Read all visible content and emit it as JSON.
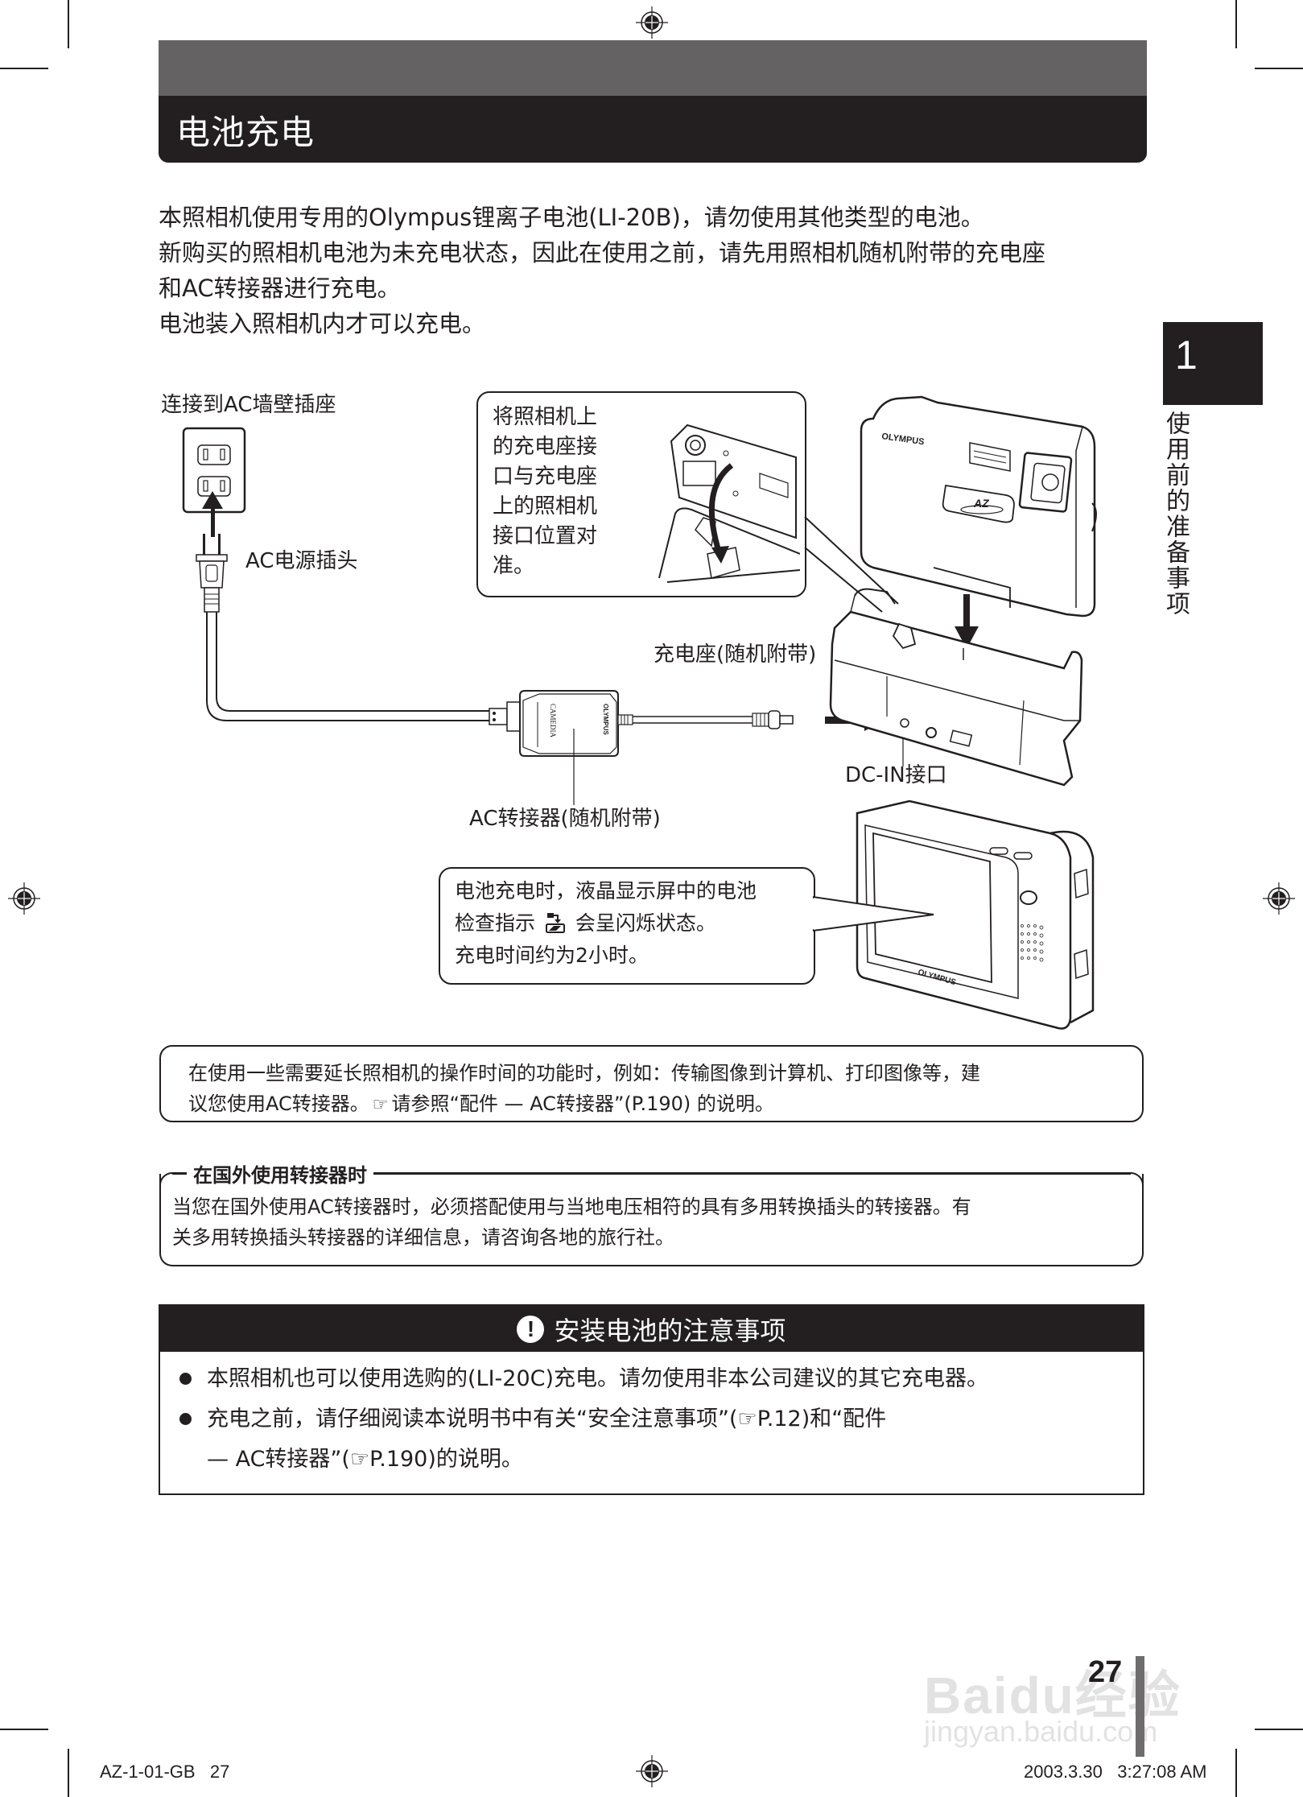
{
  "header": {
    "title": "电池充电"
  },
  "intro": {
    "lines": [
      "本照相机使用专用的Olympus锂离子电池(LI-20B)，请勿使用其他类型的电池。",
      "新购买的照相机电池为未充电状态，因此在使用之前，请先用照相机随机附带的充电座",
      "和AC转接器进行充电。",
      "电池装入照相机内才可以充电。"
    ]
  },
  "chapter": {
    "number": "1",
    "title": "使用前的准备事项"
  },
  "diagram": {
    "wall_outlet_label": "连接到AC墙壁插座",
    "plug_label": "AC电源插头",
    "dock_label": "充电座(随机附带)",
    "dc_in_label": "DC-IN接口",
    "adapter_label": "AC转接器(随机附带)",
    "adapter_brand": "OLYMPUS",
    "adapter_product": "CAMEDIA",
    "camera_brand": "OLYMPUS",
    "top_callout": {
      "lines": [
        "将照相机上",
        "的充电座接",
        "口与充电座",
        "上的照相机",
        "接口位置对",
        "准。"
      ]
    },
    "bottom_callout": {
      "line1": "电池充电时，液晶显示屏中的电池",
      "line2_prefix": "检查指示",
      "line2_suffix": "会呈闪烁状态。",
      "line3": "充电时间约为2小时。",
      "icon": "battery-charging-icon"
    }
  },
  "notes": {
    "tip": {
      "line1": "在使用一些需要延长照相机的操作时间的功能时，例如：传输图像到计算机、打印图像等，建",
      "line2_prefix": "议您使用AC转接器。",
      "line2_ref_icon": "☞",
      "line2_suffix": "请参照“配件 — AC转接器”(P.190) 的说明。"
    },
    "abroad": {
      "title": "在国外使用转接器时",
      "line1": "当您在国外使用AC转接器时，必须搭配使用与当地电压相符的具有多用转换插头的转接器。有",
      "line2": "关多用转换插头转接器的详细信息，请咨询各地的旅行社。"
    }
  },
  "warning": {
    "title": "安装电池的注意事项",
    "icon": "exclamation-icon",
    "items": [
      "本照相机也可以使用选购的(LI-20C)充电。请勿使用非本公司建议的其它充电器。",
      "充电之前，请仔细阅读本说明书中有关“安全注意事项”(☞P.12)和“配件"
    ],
    "item2_continuation": "— AC转接器”(☞P.190)的说明。"
  },
  "footer": {
    "page_number": "27",
    "left_code": "AZ-1-01-GB   27",
    "timestamp": "2003.3.30   3:27:08 AM",
    "watermark_big": "Baidu经验",
    "watermark_small": "jingyan.baidu.com"
  }
}
